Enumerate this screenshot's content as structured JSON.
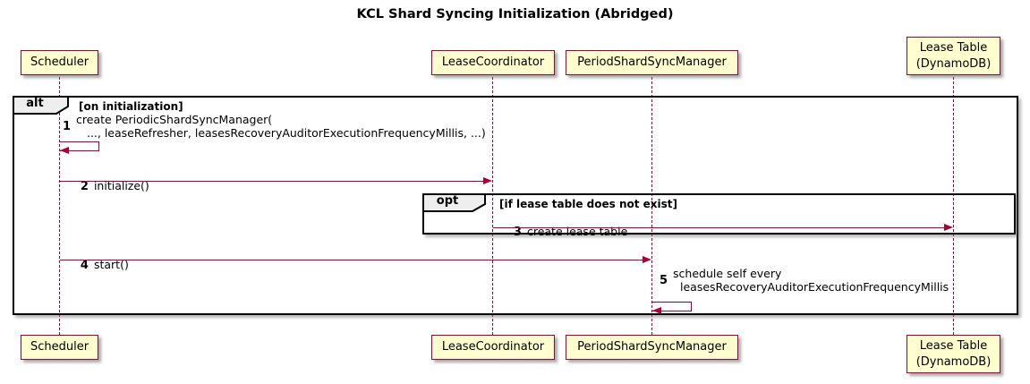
{
  "title": "KCL Shard Syncing Initialization (Abridged)",
  "diagram_type": "uml-sequence",
  "colors": {
    "participant_fill": "#FEFECE",
    "participant_border": "#A80036",
    "arrow": "#A80036",
    "lifeline": "#A80036",
    "frame_border": "#000000",
    "frame_label_fill": "#EEEEEE",
    "text": "#000000",
    "background": "#FFFFFF"
  },
  "participants": [
    {
      "name": "Scheduler"
    },
    {
      "name": "LeaseCoordinator"
    },
    {
      "name": "PeriodShardSyncManager"
    },
    {
      "name": "Lease Table\n(DynamoDB)"
    }
  ],
  "frames": [
    {
      "operator": "alt",
      "condition": "[on initialization]"
    },
    {
      "operator": "opt",
      "condition": "[if lease table does not exist]"
    }
  ],
  "messages": [
    {
      "num": "1",
      "text": "create PeriodicShardSyncManager(\n   ..., leaseRefresher, leasesRecoveryAuditorExecutionFrequencyMillis, ...)",
      "from": "Scheduler",
      "to": "Scheduler",
      "kind": "self"
    },
    {
      "num": "2",
      "text": "initialize()",
      "from": "Scheduler",
      "to": "LeaseCoordinator",
      "kind": "solid-arrow"
    },
    {
      "num": "3",
      "text": "create lease table",
      "from": "LeaseCoordinator",
      "to": "Lease Table (DynamoDB)",
      "kind": "solid-arrow"
    },
    {
      "num": "4",
      "text": "start()",
      "from": "Scheduler",
      "to": "PeriodShardSyncManager",
      "kind": "solid-arrow"
    },
    {
      "num": "5",
      "text": "schedule self every\n  leasesRecoveryAuditorExecutionFrequencyMillis",
      "from": "PeriodShardSyncManager",
      "to": "PeriodShardSyncManager",
      "kind": "self"
    }
  ]
}
